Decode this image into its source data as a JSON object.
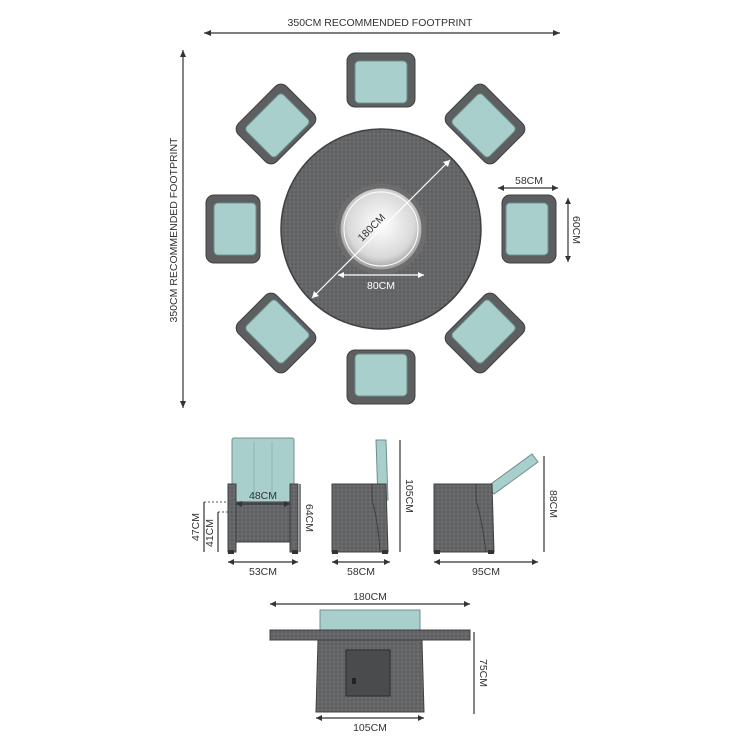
{
  "colors": {
    "wicker": "#5d5e60",
    "wicker_dark": "#3f4042",
    "wicker_light": "#8a8b8d",
    "cushion": "#a9cfcc",
    "cushion_edge": "#6e8f8d",
    "steel": "#d8d8d8",
    "line": "#333333"
  },
  "footprint": {
    "width_label": "350CM RECOMMENDED FOOTPRINT",
    "height_label": "350CM RECOMMENDED FOOTPRINT"
  },
  "plan": {
    "table_diameter": "180CM",
    "firepit_diameter": "80CM",
    "chair_width": "58CM",
    "chair_depth": "60CM"
  },
  "chair_front": {
    "seat_width": "48CM",
    "seat_height_top": "47CM",
    "seat_height": "41CM",
    "arm_height": "64CM",
    "overall_width": "53CM"
  },
  "chair_side": {
    "height": "105CM",
    "depth": "58CM"
  },
  "chair_recline": {
    "height": "88CM",
    "depth": "95CM"
  },
  "table_elev": {
    "top_width": "180CM",
    "height": "75CM",
    "base_width": "105CM"
  }
}
